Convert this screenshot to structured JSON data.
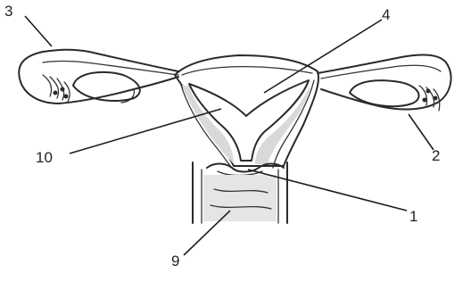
{
  "diagram": {
    "labels": {
      "l1": "1",
      "l2": "2",
      "l3": "3",
      "l4": "4",
      "l9": "9",
      "l10": "10"
    },
    "colors": {
      "stroke": "#2a2a2a",
      "tissue_fill": "#e3e3e3",
      "background": "#ffffff"
    }
  }
}
